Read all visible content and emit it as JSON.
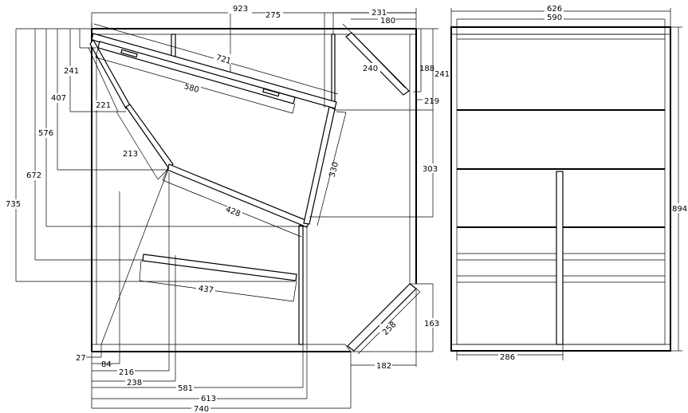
{
  "drawing": {
    "type": "cabinet plan and side elevation (technical drawing)",
    "line_color": "#000000",
    "background": "#ffffff"
  },
  "dimensions": {
    "top_923": "923",
    "top_275": "275",
    "top_231": "231",
    "top_180": "180",
    "top_626": "626",
    "top_590": "590",
    "left_241": "241",
    "left_407": "407",
    "left_576": "576",
    "left_672": "672",
    "left_735": "735",
    "left_27": "27",
    "d_721": "721",
    "d_580": "580",
    "d_221": "221",
    "d_213": "213",
    "d_428": "428",
    "d_330": "330",
    "d_437": "437",
    "d_240": "240",
    "d_258": "258",
    "right_188": "188",
    "right_241": "241",
    "right_219": "219",
    "right_303": "303",
    "right_163": "163",
    "right_894": "894",
    "bottom_84": "84",
    "bottom_216": "216",
    "bottom_238": "238",
    "bottom_581": "581",
    "bottom_613": "613",
    "bottom_740": "740",
    "bottom_182": "182",
    "bottom_286": "286"
  }
}
